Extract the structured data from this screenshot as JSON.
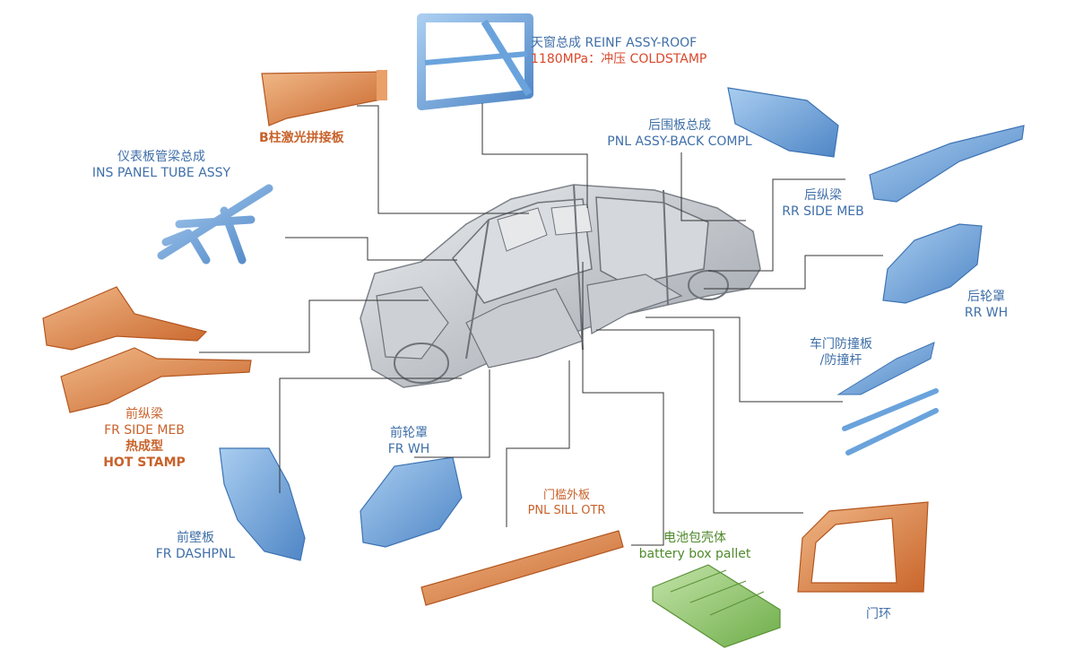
{
  "colors": {
    "blue_part": "#6aa3dc",
    "orange_part": "#d9823f",
    "green_part": "#8cc46a",
    "blue_text": "#3f6fa8",
    "orange_text": "#c8622b",
    "red_text": "#d9482b",
    "green_text": "#4f8a2c",
    "leader_line": "#333333",
    "body_in_white": "#b8bcc2"
  },
  "labels": {
    "roof": {
      "cn": "天窗总成 REINF ASSY-ROOF",
      "spec": "1180MPa：冲压 COLDSTAMP"
    },
    "b_pillar": {
      "cn": "B柱激光拼接板"
    },
    "back_panel": {
      "cn": "后围板总成",
      "en": "PNL ASSY-BACK COMPL"
    },
    "ins_panel": {
      "cn": "仪表板管梁总成",
      "en": "INS PANEL TUBE ASSY"
    },
    "rr_side": {
      "cn": "后纵梁",
      "en": "RR SIDE MEB"
    },
    "rr_wh": {
      "cn": "后轮罩",
      "en": "RR WH"
    },
    "door_beam": {
      "cn": "车门防撞板",
      "cn2": "/防撞杆"
    },
    "fr_side": {
      "cn": "前纵梁",
      "en": "FR SIDE MEB",
      "cn3": "热成型",
      "en2": "HOT STAMP"
    },
    "fr_wh": {
      "cn": "前轮罩",
      "en": "FR WH"
    },
    "dash": {
      "cn": "前壁板",
      "en": "FR DASHPNL"
    },
    "sill": {
      "cn": "门槛外板",
      "en": "PNL SILL OTR"
    },
    "battery": {
      "cn": "电池包壳体",
      "en": "battery box pallet"
    },
    "door_ring": {
      "cn": "门环"
    }
  }
}
